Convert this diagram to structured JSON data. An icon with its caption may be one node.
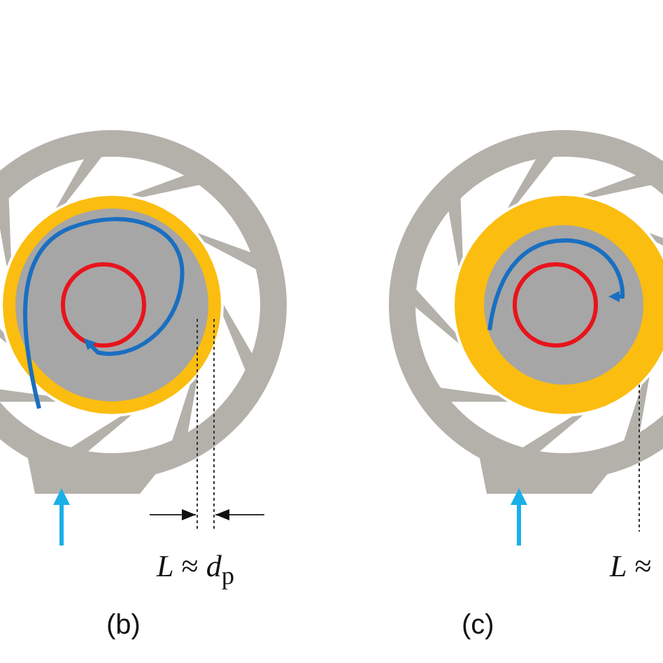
{
  "diagram": {
    "labels": [
      "*L* ≈ *d*$_{p}$",
      "*L* ≈",
      "(b)",
      "(c)"
    ]
  }
}
